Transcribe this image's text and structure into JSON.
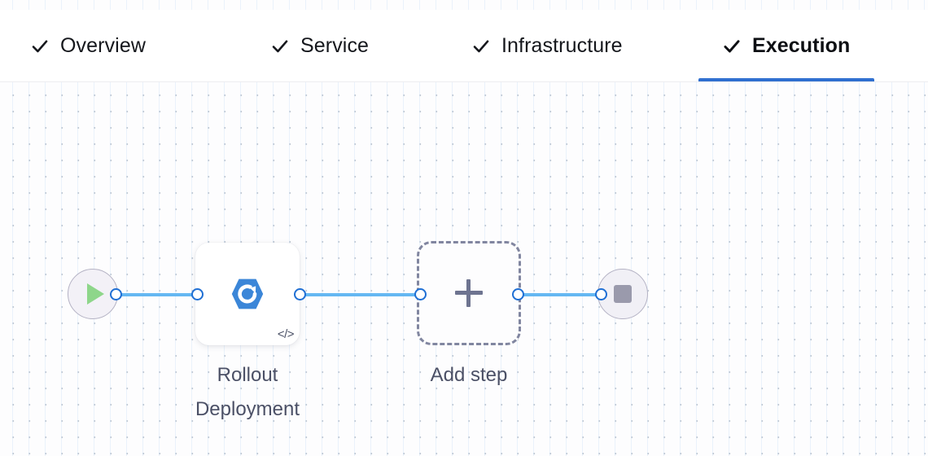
{
  "tabs": [
    {
      "label": "Overview",
      "icon": "check-icon",
      "active": false,
      "complete": true
    },
    {
      "label": "Service",
      "icon": "check-icon",
      "active": false,
      "complete": true
    },
    {
      "label": "Infrastructure",
      "icon": "check-icon",
      "active": false,
      "complete": true
    },
    {
      "label": "Execution",
      "icon": "check-icon",
      "active": true,
      "complete": true
    }
  ],
  "canvas": {
    "start_node": {
      "name": "start-node",
      "icon": "play-icon"
    },
    "end_node": {
      "name": "end-node",
      "icon": "stop-icon"
    },
    "steps": [
      {
        "caption": "Rollout\nDeployment",
        "icon": "rollout-deployment-icon",
        "badge": "</>",
        "badge_name": "code-badge-icon"
      }
    ],
    "add_step": {
      "caption": "Add step",
      "icon": "plus-icon"
    }
  },
  "colors": {
    "accent": "#2f6fd0",
    "edge": "#65b8f2",
    "port_border": "#1f6fd4",
    "step_icon": "#3b86d8",
    "play": "#8ed68a",
    "stop": "#9a9aac",
    "caption_text": "#4b5066",
    "dashed_border": "#8186a0",
    "tab_text": "#15171c"
  }
}
